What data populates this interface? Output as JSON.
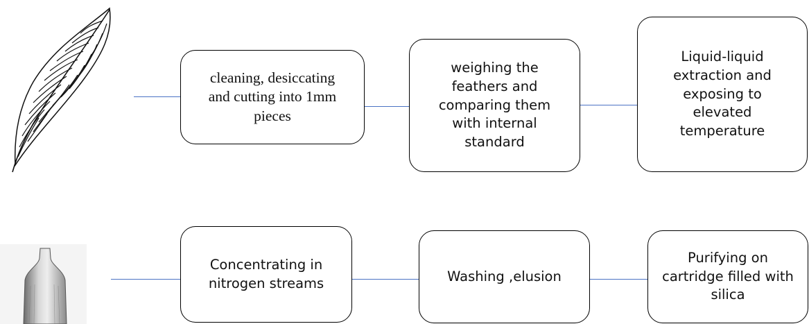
{
  "row1": {
    "icon": "feather-icon",
    "steps": [
      "cleaning, desiccating\nand cutting into 1mm\npieces",
      "weighing the\nfeathers and\ncomparing them\nwith internal\nstandard",
      "Liquid-liquid\nextraction and\nexposing to\nelevated\ntemperature"
    ]
  },
  "row2": {
    "icon": "bottle-icon",
    "steps": [
      "Concentrating in\nnitrogen streams",
      "Washing ,elusion",
      "Purifying on\ncartridge  filled with\nsilica"
    ]
  },
  "colors": {
    "connector": "#4a72c4",
    "box_border": "#000000"
  }
}
